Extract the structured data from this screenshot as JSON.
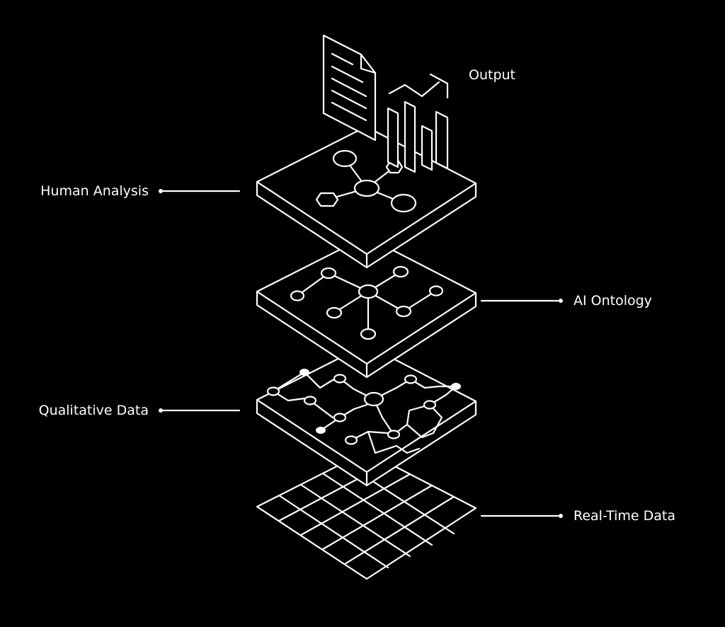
{
  "diagram": {
    "labels": {
      "output": "Output",
      "human_analysis": "Human Analysis",
      "ai_ontology": "AI Ontology",
      "qualitative_data": "Qualitative Data",
      "real_time_data": "Real-Time Data"
    },
    "colors": {
      "background": "#000000",
      "stroke": "#ffffff",
      "text": "#ffffff"
    },
    "icons": {
      "document": "document-icon",
      "chart": "bar-chart-icon"
    }
  }
}
